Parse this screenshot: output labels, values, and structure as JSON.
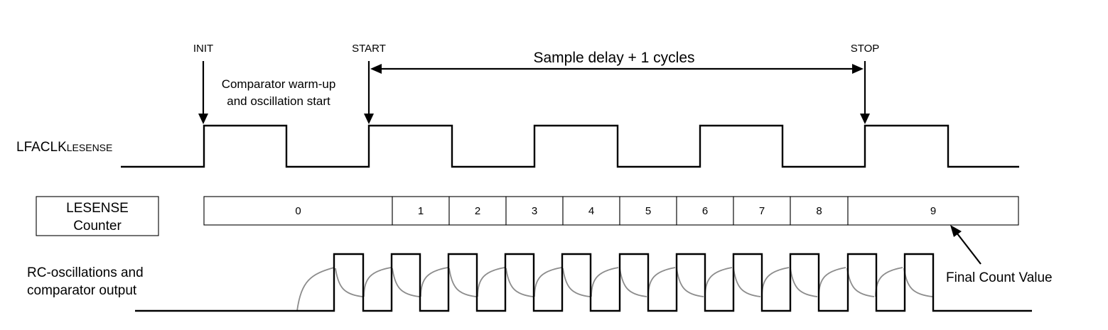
{
  "events": {
    "init": "INIT",
    "start": "START",
    "stop": "STOP"
  },
  "annotations": {
    "warmup_line1": "Comparator warm-up",
    "warmup_line2": "and oscillation start",
    "sample_delay": "Sample delay + 1 cycles",
    "final_count": "Final Count Value"
  },
  "signals": {
    "clock_label_main": "LFACLK",
    "clock_label_sub": "LESENSE",
    "counter_label_line1": "LESENSE",
    "counter_label_line2": "Counter",
    "rc_label_line1": "RC-oscillations and",
    "rc_label_line2": "comparator output"
  },
  "counter_values": [
    "0",
    "1",
    "2",
    "3",
    "4",
    "5",
    "6",
    "7",
    "8",
    "9"
  ],
  "colors": {
    "signal": "#000000",
    "rc_charge_curve": "#8c8c8c"
  }
}
